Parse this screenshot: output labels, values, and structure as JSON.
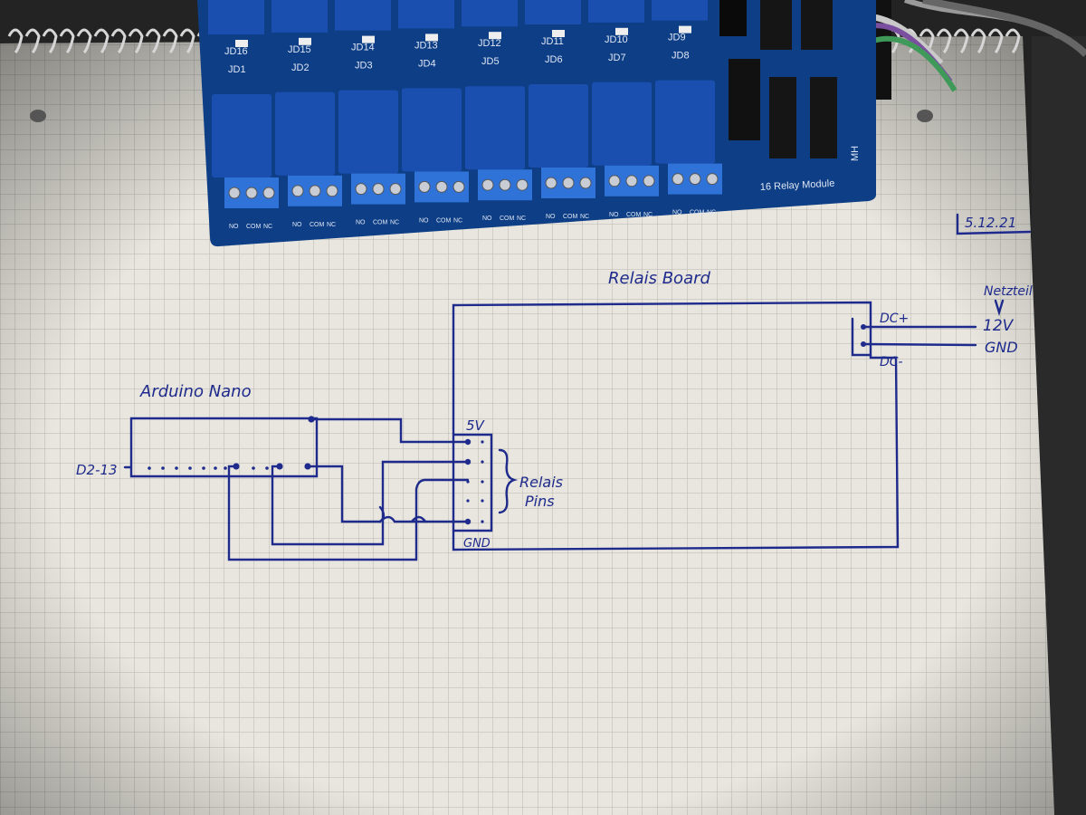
{
  "board": {
    "channel_labels_top": [
      "JD16",
      "JD15",
      "JD14",
      "JD13",
      "JD12",
      "JD11",
      "JD10",
      "JD9"
    ],
    "channel_labels_bottom": [
      "JD1",
      "JD2",
      "JD3",
      "JD4",
      "JD5",
      "JD6",
      "JD7",
      "JD8"
    ],
    "terminal_labels": [
      "NO",
      "COM",
      "NC"
    ],
    "module_label": "16 Relay  Module",
    "maker_mark": "MH",
    "colors": {
      "pcb": "#0e3f86",
      "relay": "#1a4fb0",
      "terminal": "#2f72d8"
    }
  },
  "sketch": {
    "date": "5.12.21",
    "relais_board_title": "Relais Board",
    "arduino_title": "Arduino Nano",
    "pins_range_label": "D2-13",
    "power_supply_label": "Netzteil",
    "arrow_glyph": "↓",
    "dc_plus_label": "DC+",
    "dc_minus_label": "DC-",
    "voltage_label": "12V",
    "gnd_supply_label": "GND",
    "header_5v_label": "5V",
    "header_gnd_label": "GND",
    "relais_pins_line1": "Relais",
    "relais_pins_line2": "Pins",
    "ink_color": "#1e2a8c",
    "paper_color": "#e9e7df",
    "grid_color": "#b9b7b0"
  }
}
